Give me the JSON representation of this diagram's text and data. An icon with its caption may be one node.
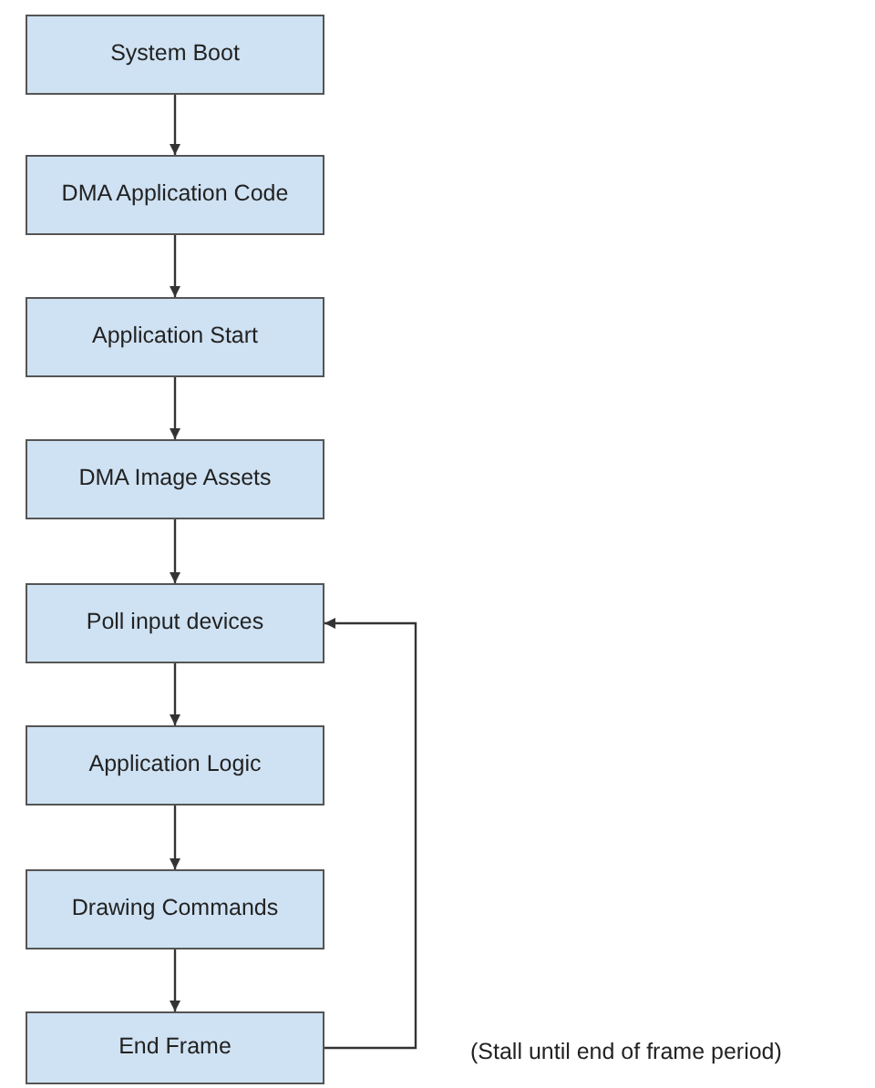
{
  "diagram": {
    "nodes": [
      {
        "text": [
          "System Boot"
        ]
      },
      {
        "text": [
          "DMA Application Code"
        ]
      },
      {
        "text": [
          "Application Start"
        ]
      },
      {
        "text": [
          "DMA Image Assets"
        ]
      },
      {
        "text": [
          "Poll input devices"
        ]
      },
      {
        "text": [
          "Application Logic"
        ]
      },
      {
        "text": [
          "Drawing Commands"
        ]
      },
      {
        "text": [
          "End Frame"
        ]
      }
    ],
    "edges": [
      {
        "from": 0,
        "to": 1,
        "arrow": "to"
      },
      {
        "from": 1,
        "to": 2,
        "arrow": "to"
      },
      {
        "from": 2,
        "to": 3,
        "arrow": "to"
      },
      {
        "from": 3,
        "to": 4,
        "arrow": "to"
      },
      {
        "from": 4,
        "to": 5,
        "arrow": "to"
      },
      {
        "from": 5,
        "to": 6,
        "arrow": "to"
      },
      {
        "from": 6,
        "to": 7,
        "arrow": "to"
      },
      {
        "from": 7,
        "to": 4,
        "arrow": "to"
      }
    ],
    "labels": [
      "(Stall until end of frame period)"
    ]
  }
}
